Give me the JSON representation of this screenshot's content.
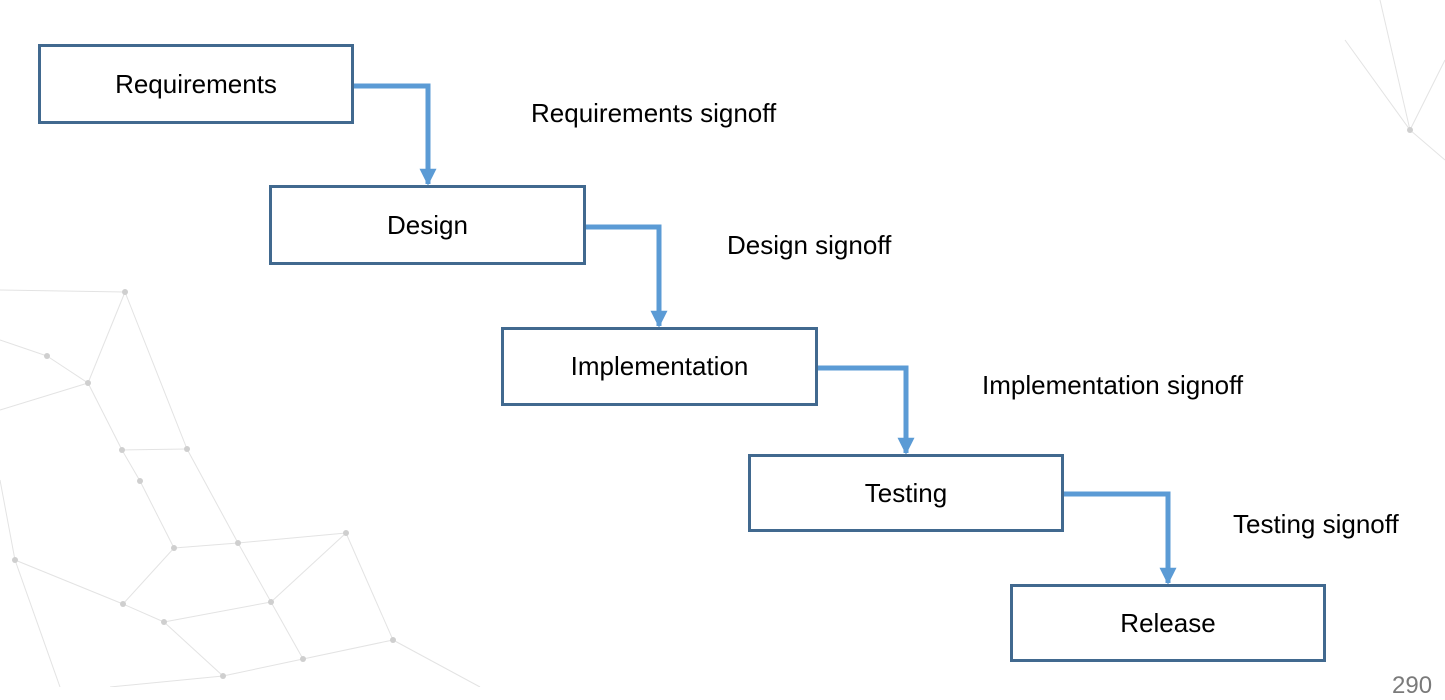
{
  "diagram": {
    "stages": [
      "Requirements",
      "Design",
      "Implementation",
      "Testing",
      "Release"
    ],
    "signoffs": [
      "Requirements signoff",
      "Design signoff",
      "Implementation signoff",
      "Testing signoff"
    ]
  },
  "page_number": "290",
  "colors": {
    "box_border": "#41698f",
    "arrow": "#5b9bd5",
    "background_network": "#d9d9d9"
  }
}
